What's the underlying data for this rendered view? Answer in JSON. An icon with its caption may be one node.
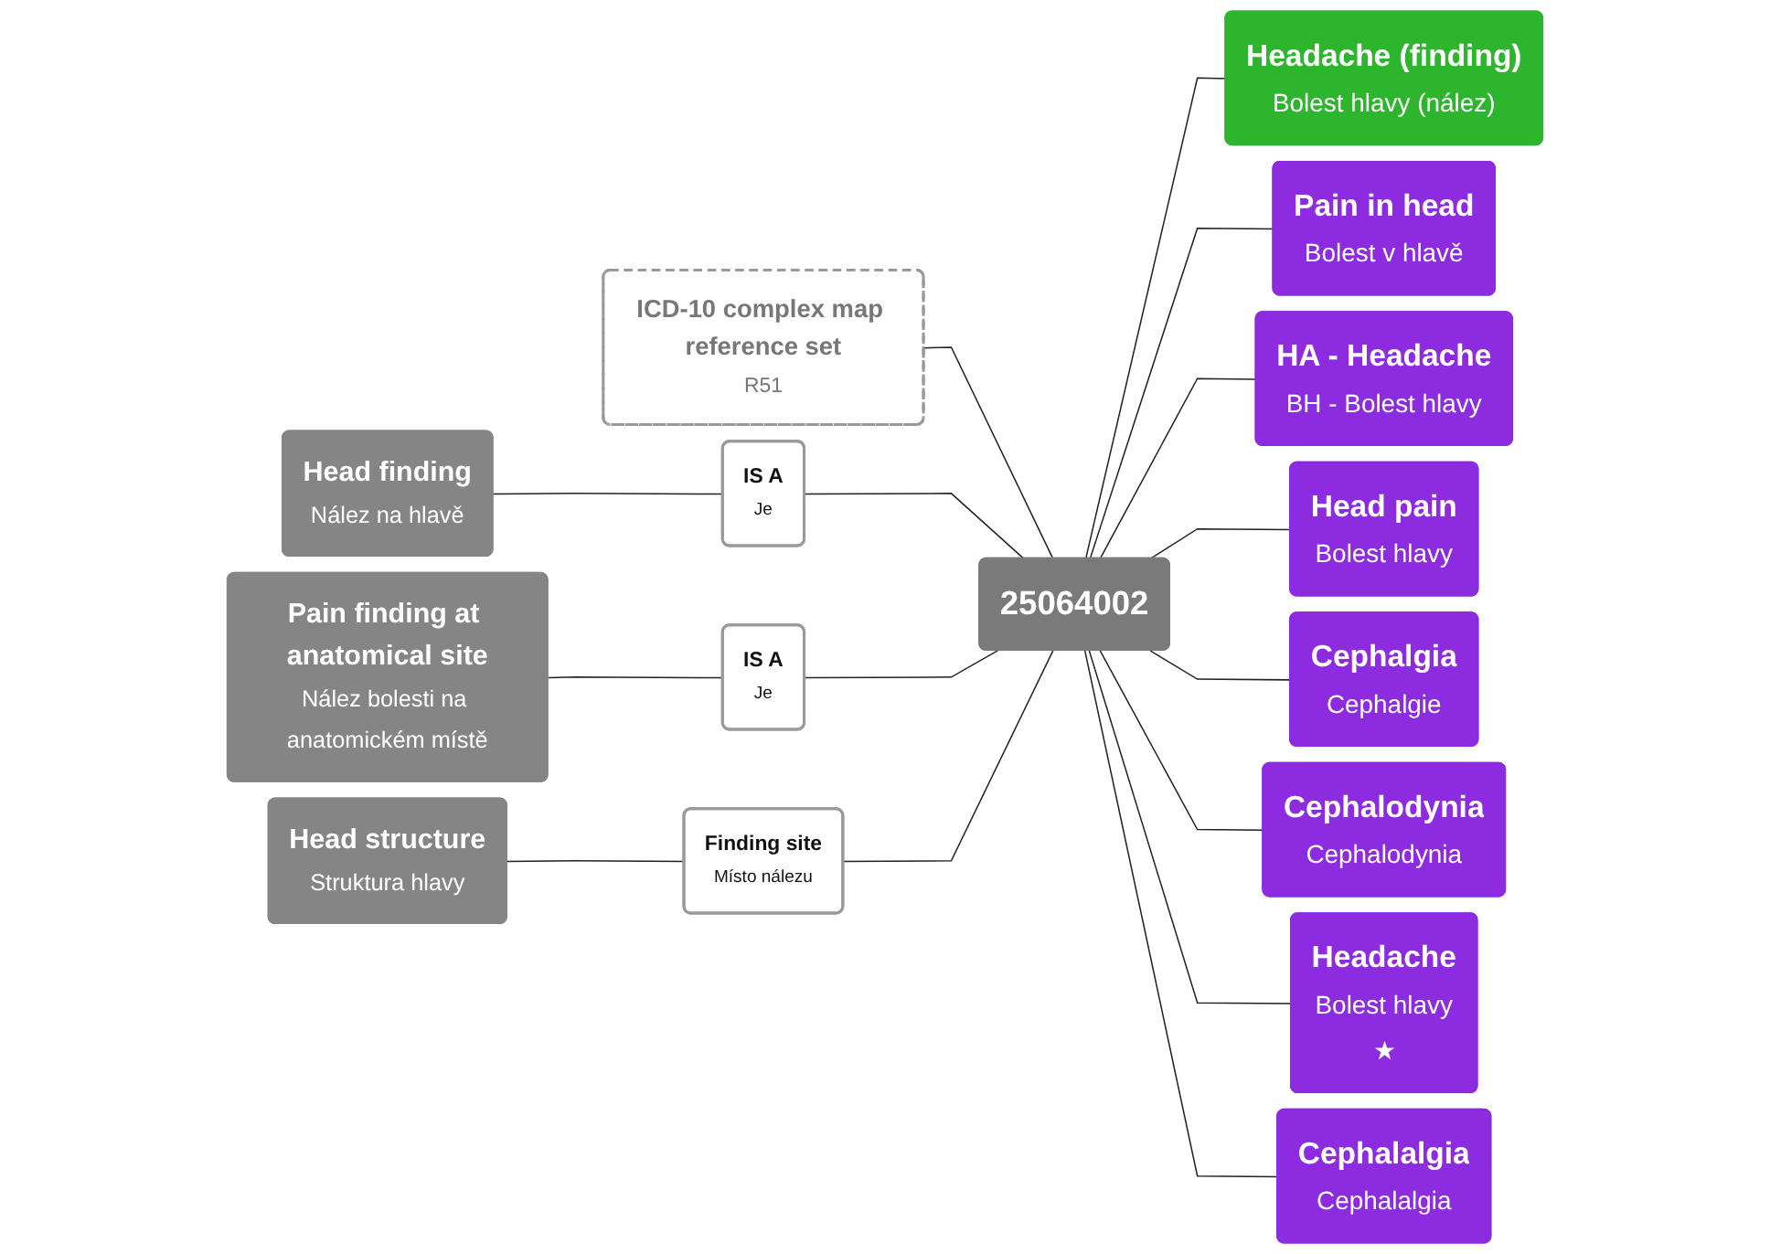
{
  "diagram": {
    "nodes": [
      {
        "text": [
          "ICD-10 complex map reference set",
          "R51"
        ]
      },
      {
        "text": [
          "Head finding",
          "Nález na hlavě"
        ]
      },
      {
        "text": [
          "Pain finding at anatomical site",
          "Nález bolesti na anatomickém místě"
        ]
      },
      {
        "text": [
          "Head structure",
          "Struktura hlavy"
        ]
      },
      {
        "text": [
          "IS A",
          "Je"
        ]
      },
      {
        "text": [
          "IS A",
          "Je"
        ]
      },
      {
        "text": [
          "Finding site",
          "Místo nálezu"
        ]
      },
      {
        "text": [
          "25064002"
        ]
      },
      {
        "text": [
          "Headache (finding)",
          "Bolest hlavy (nález)"
        ]
      },
      {
        "text": [
          "Pain in head",
          "Bolest v hlavě"
        ]
      },
      {
        "text": [
          "HA - Headache",
          "BH - Bolest hlavy"
        ]
      },
      {
        "text": [
          "Head pain",
          "Bolest hlavy"
        ]
      },
      {
        "text": [
          "Cephalgia",
          "Cephalgie"
        ]
      },
      {
        "text": [
          "Cephalodynia",
          "Cephalodynia"
        ]
      },
      {
        "text": [
          "Headache",
          "Bolest hlavy",
          "★"
        ]
      },
      {
        "text": [
          "Cephalalgia",
          "Cephalalgia"
        ]
      }
    ],
    "edges": [
      {
        "from": 0,
        "to": 7,
        "arrow": "none"
      },
      {
        "from": 1,
        "to": 4,
        "arrow": "none"
      },
      {
        "from": 4,
        "to": 7,
        "arrow": "none"
      },
      {
        "from": 2,
        "to": 5,
        "arrow": "none"
      },
      {
        "from": 5,
        "to": 7,
        "arrow": "none"
      },
      {
        "from": 3,
        "to": 6,
        "arrow": "none"
      },
      {
        "from": 6,
        "to": 7,
        "arrow": "none"
      },
      {
        "from": 7,
        "to": 8,
        "arrow": "none"
      },
      {
        "from": 7,
        "to": 9,
        "arrow": "none"
      },
      {
        "from": 7,
        "to": 10,
        "arrow": "none"
      },
      {
        "from": 7,
        "to": 11,
        "arrow": "none"
      },
      {
        "from": 7,
        "to": 12,
        "arrow": "none"
      },
      {
        "from": 7,
        "to": 13,
        "arrow": "none"
      },
      {
        "from": 7,
        "to": 14,
        "arrow": "none"
      },
      {
        "from": 7,
        "to": 15,
        "arrow": "none"
      }
    ]
  }
}
